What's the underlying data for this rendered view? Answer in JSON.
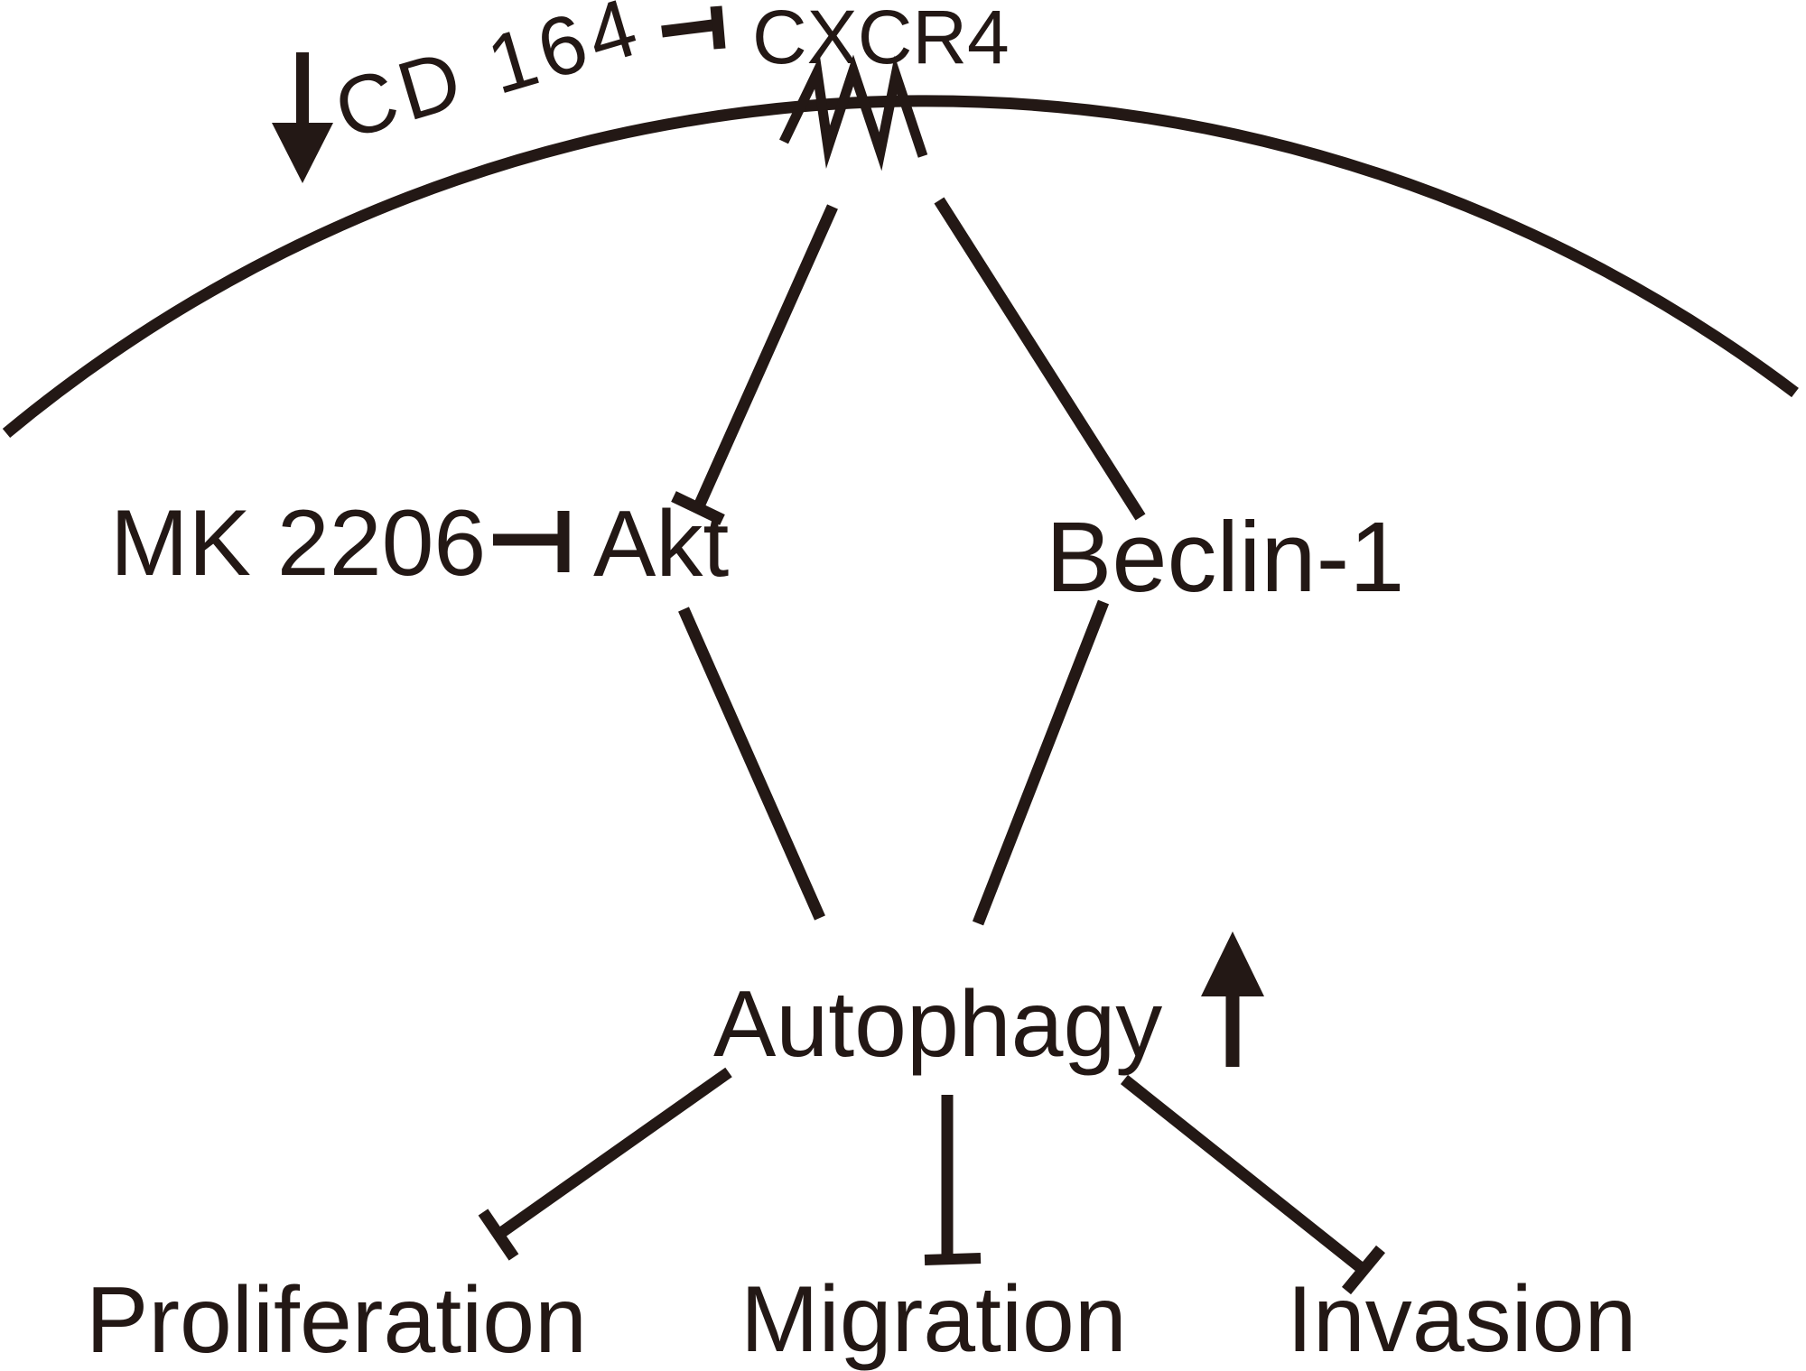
{
  "diagram": {
    "kind": "signaling-pathway",
    "colors": {
      "ink": "#231815",
      "background": "#ffffff"
    },
    "membrane": {
      "description": "cell membrane arc spanning full width, receptor zigzag crosses it at top center"
    },
    "nodes": {
      "cd164": {
        "label": "CD 164",
        "modifier": "decreased",
        "modifier_icon": "down-arrow-icon",
        "position": "top-left, rotated along membrane"
      },
      "cxcr4": {
        "label": "CXCR4",
        "role": "membrane receptor",
        "icon": "transmembrane-zigzag"
      },
      "mk2206": {
        "label": "MK 2206",
        "role": "inhibitor drug"
      },
      "akt": {
        "label": "Akt"
      },
      "beclin1": {
        "label": "Beclin-1"
      },
      "autophagy": {
        "label": "Autophagy",
        "modifier": "increased",
        "modifier_icon": "up-arrow-icon"
      },
      "proliferation": {
        "label": "Proliferation"
      },
      "migration": {
        "label": "Migration"
      },
      "invasion": {
        "label": "Invasion"
      }
    },
    "edges": [
      {
        "from": "CD 164",
        "to": "CXCR4",
        "type": "inhibition",
        "marker": "tee"
      },
      {
        "from": "MK 2206",
        "to": "Akt",
        "type": "inhibition",
        "marker": "tee"
      },
      {
        "from": "CXCR4",
        "to": "Akt",
        "type": "inhibition",
        "marker": "tee"
      },
      {
        "from": "CXCR4",
        "to": "Beclin-1",
        "type": "link",
        "marker": "none"
      },
      {
        "from": "Akt",
        "to": "Autophagy",
        "type": "link",
        "marker": "none"
      },
      {
        "from": "Beclin-1",
        "to": "Autophagy",
        "type": "link",
        "marker": "none"
      },
      {
        "from": "Autophagy",
        "to": "Proliferation",
        "type": "inhibition",
        "marker": "tee"
      },
      {
        "from": "Autophagy",
        "to": "Migration",
        "type": "inhibition",
        "marker": "tee"
      },
      {
        "from": "Autophagy",
        "to": "Invasion",
        "type": "inhibition",
        "marker": "tee"
      }
    ]
  }
}
